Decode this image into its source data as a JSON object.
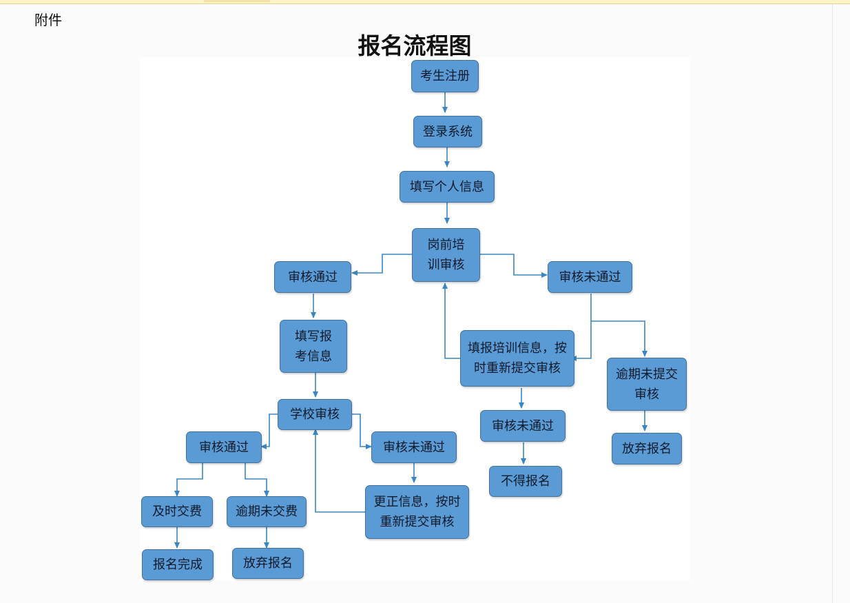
{
  "document": {
    "attachment_label": "附件",
    "title": "报名流程图"
  },
  "flowchart": {
    "nodes": {
      "register": "考生注册",
      "login": "登录系统",
      "personal_info": "填写个人信息",
      "training_review": "岗前培\n训审核",
      "training_pass": "审核通过",
      "training_fail": "审核未通过",
      "exam_info": "填写报\n考信息",
      "resubmit_training": "填报培训信息，按\n时重新提交审核",
      "overdue_submit": "逾期未提交\n审核",
      "school_review": "学校审核",
      "school_pass": "审核通过",
      "school_fail": "审核未通过",
      "resubmit_fail": "审核未通过",
      "abandon_right": "放弃报名",
      "correct_info": "更正信息，按时\n重新提交审核",
      "not_allowed": "不得报名",
      "pay_on_time": "及时交费",
      "overdue_pay": "逾期未交费",
      "done": "报名完成",
      "abandon_left": "放弃报名"
    }
  }
}
